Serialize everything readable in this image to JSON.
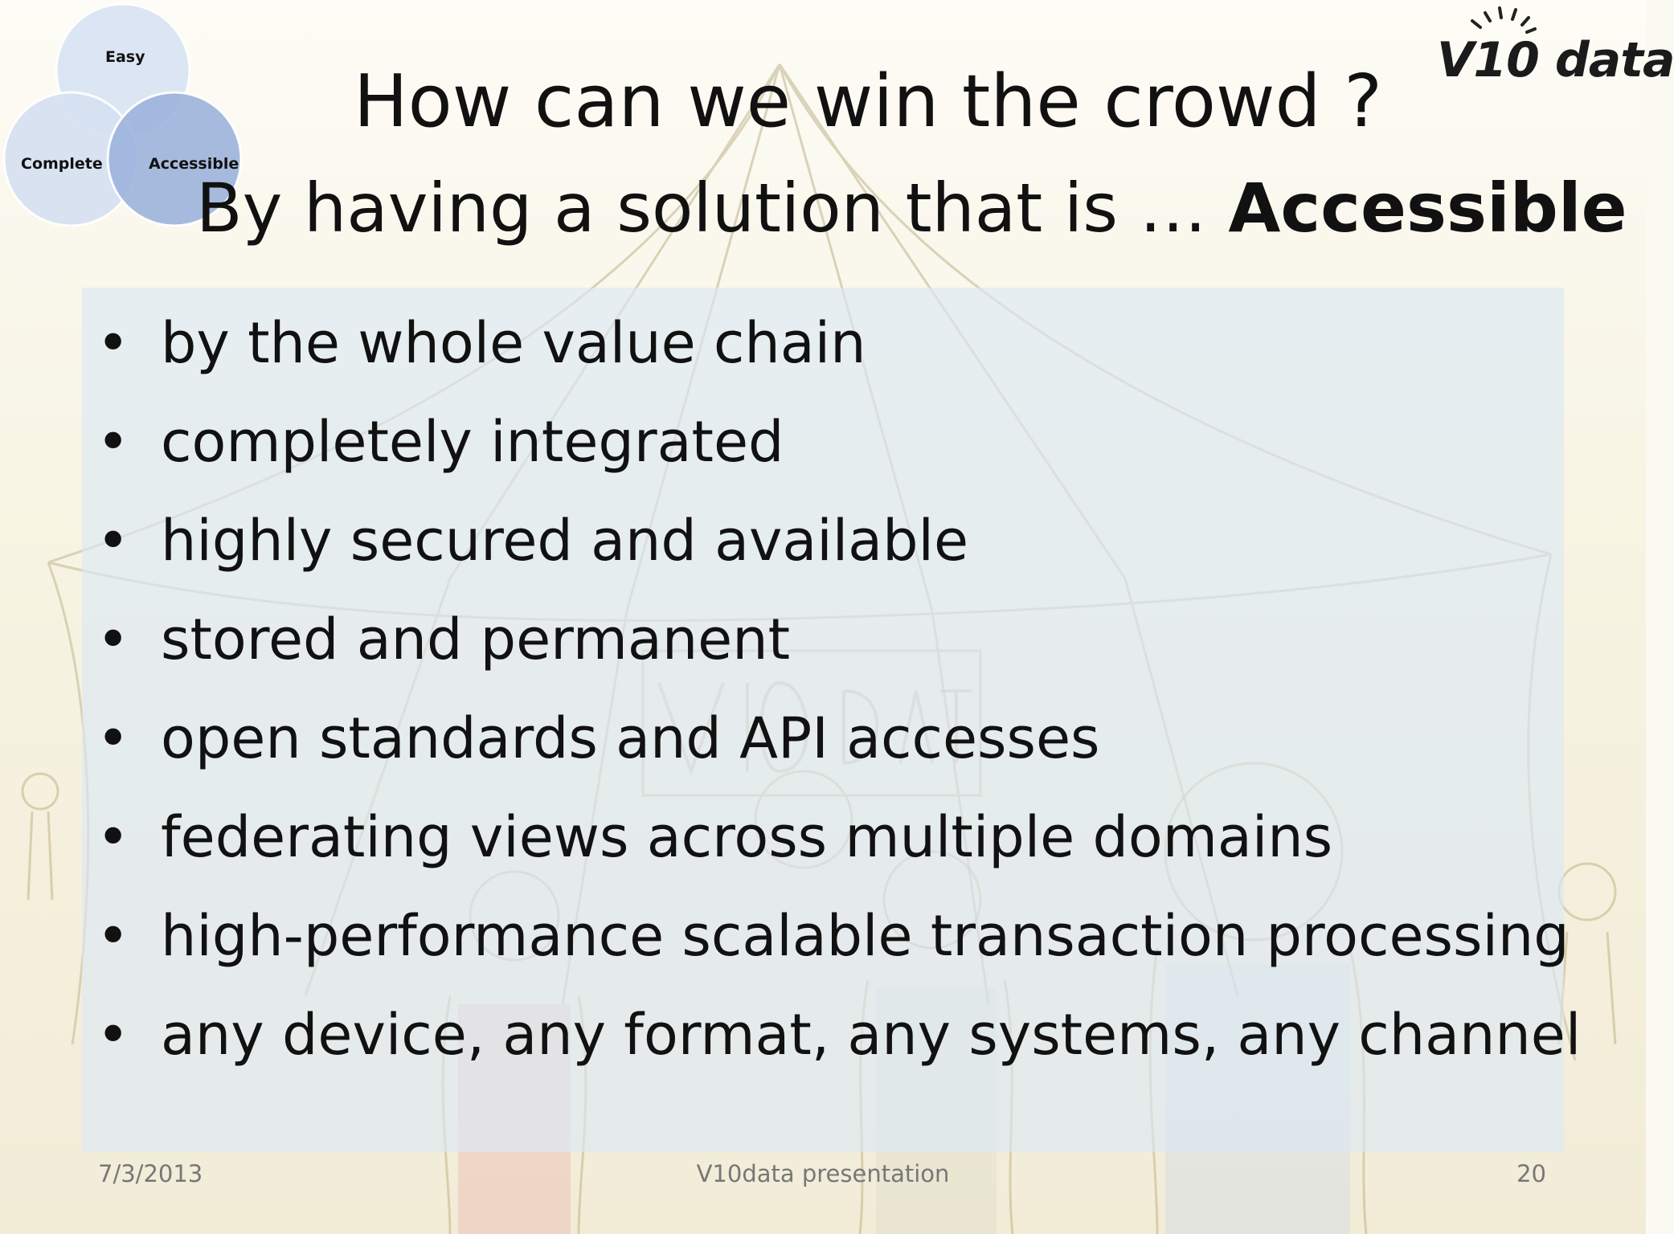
{
  "slide": {
    "title": "How can we win the crowd ?",
    "subtitle_prefix": "By having a solution that is … ",
    "subtitle_emphasis": "Accessible",
    "bullet_symbol": "•",
    "bullets": [
      "by the whole value chain",
      "completely integrated",
      "highly secured and available",
      "stored and permanent",
      "open standards and API accesses",
      "federating views across multiple domains",
      "high-performance scalable transaction processing",
      "any device, any format, any systems, any channel"
    ]
  },
  "venn": {
    "labels": [
      "Easy",
      "Complete",
      "Accessible"
    ],
    "colors": [
      "#dbe4f3",
      "#d6e1f2",
      "#9db4dc"
    ]
  },
  "logo": {
    "text": "V10 data",
    "icon": "v10data-logo"
  },
  "background": {
    "illustration": "circus-tent-crowd-sketch",
    "tent_sign": "V10 DATA"
  },
  "footer": {
    "date": "7/3/2013",
    "center": "V10data presentation",
    "page": "20"
  },
  "colors": {
    "panel": "#dce8f6",
    "text": "#111111",
    "footer_text": "#777777",
    "highlight_circle": "#9db4dc"
  }
}
